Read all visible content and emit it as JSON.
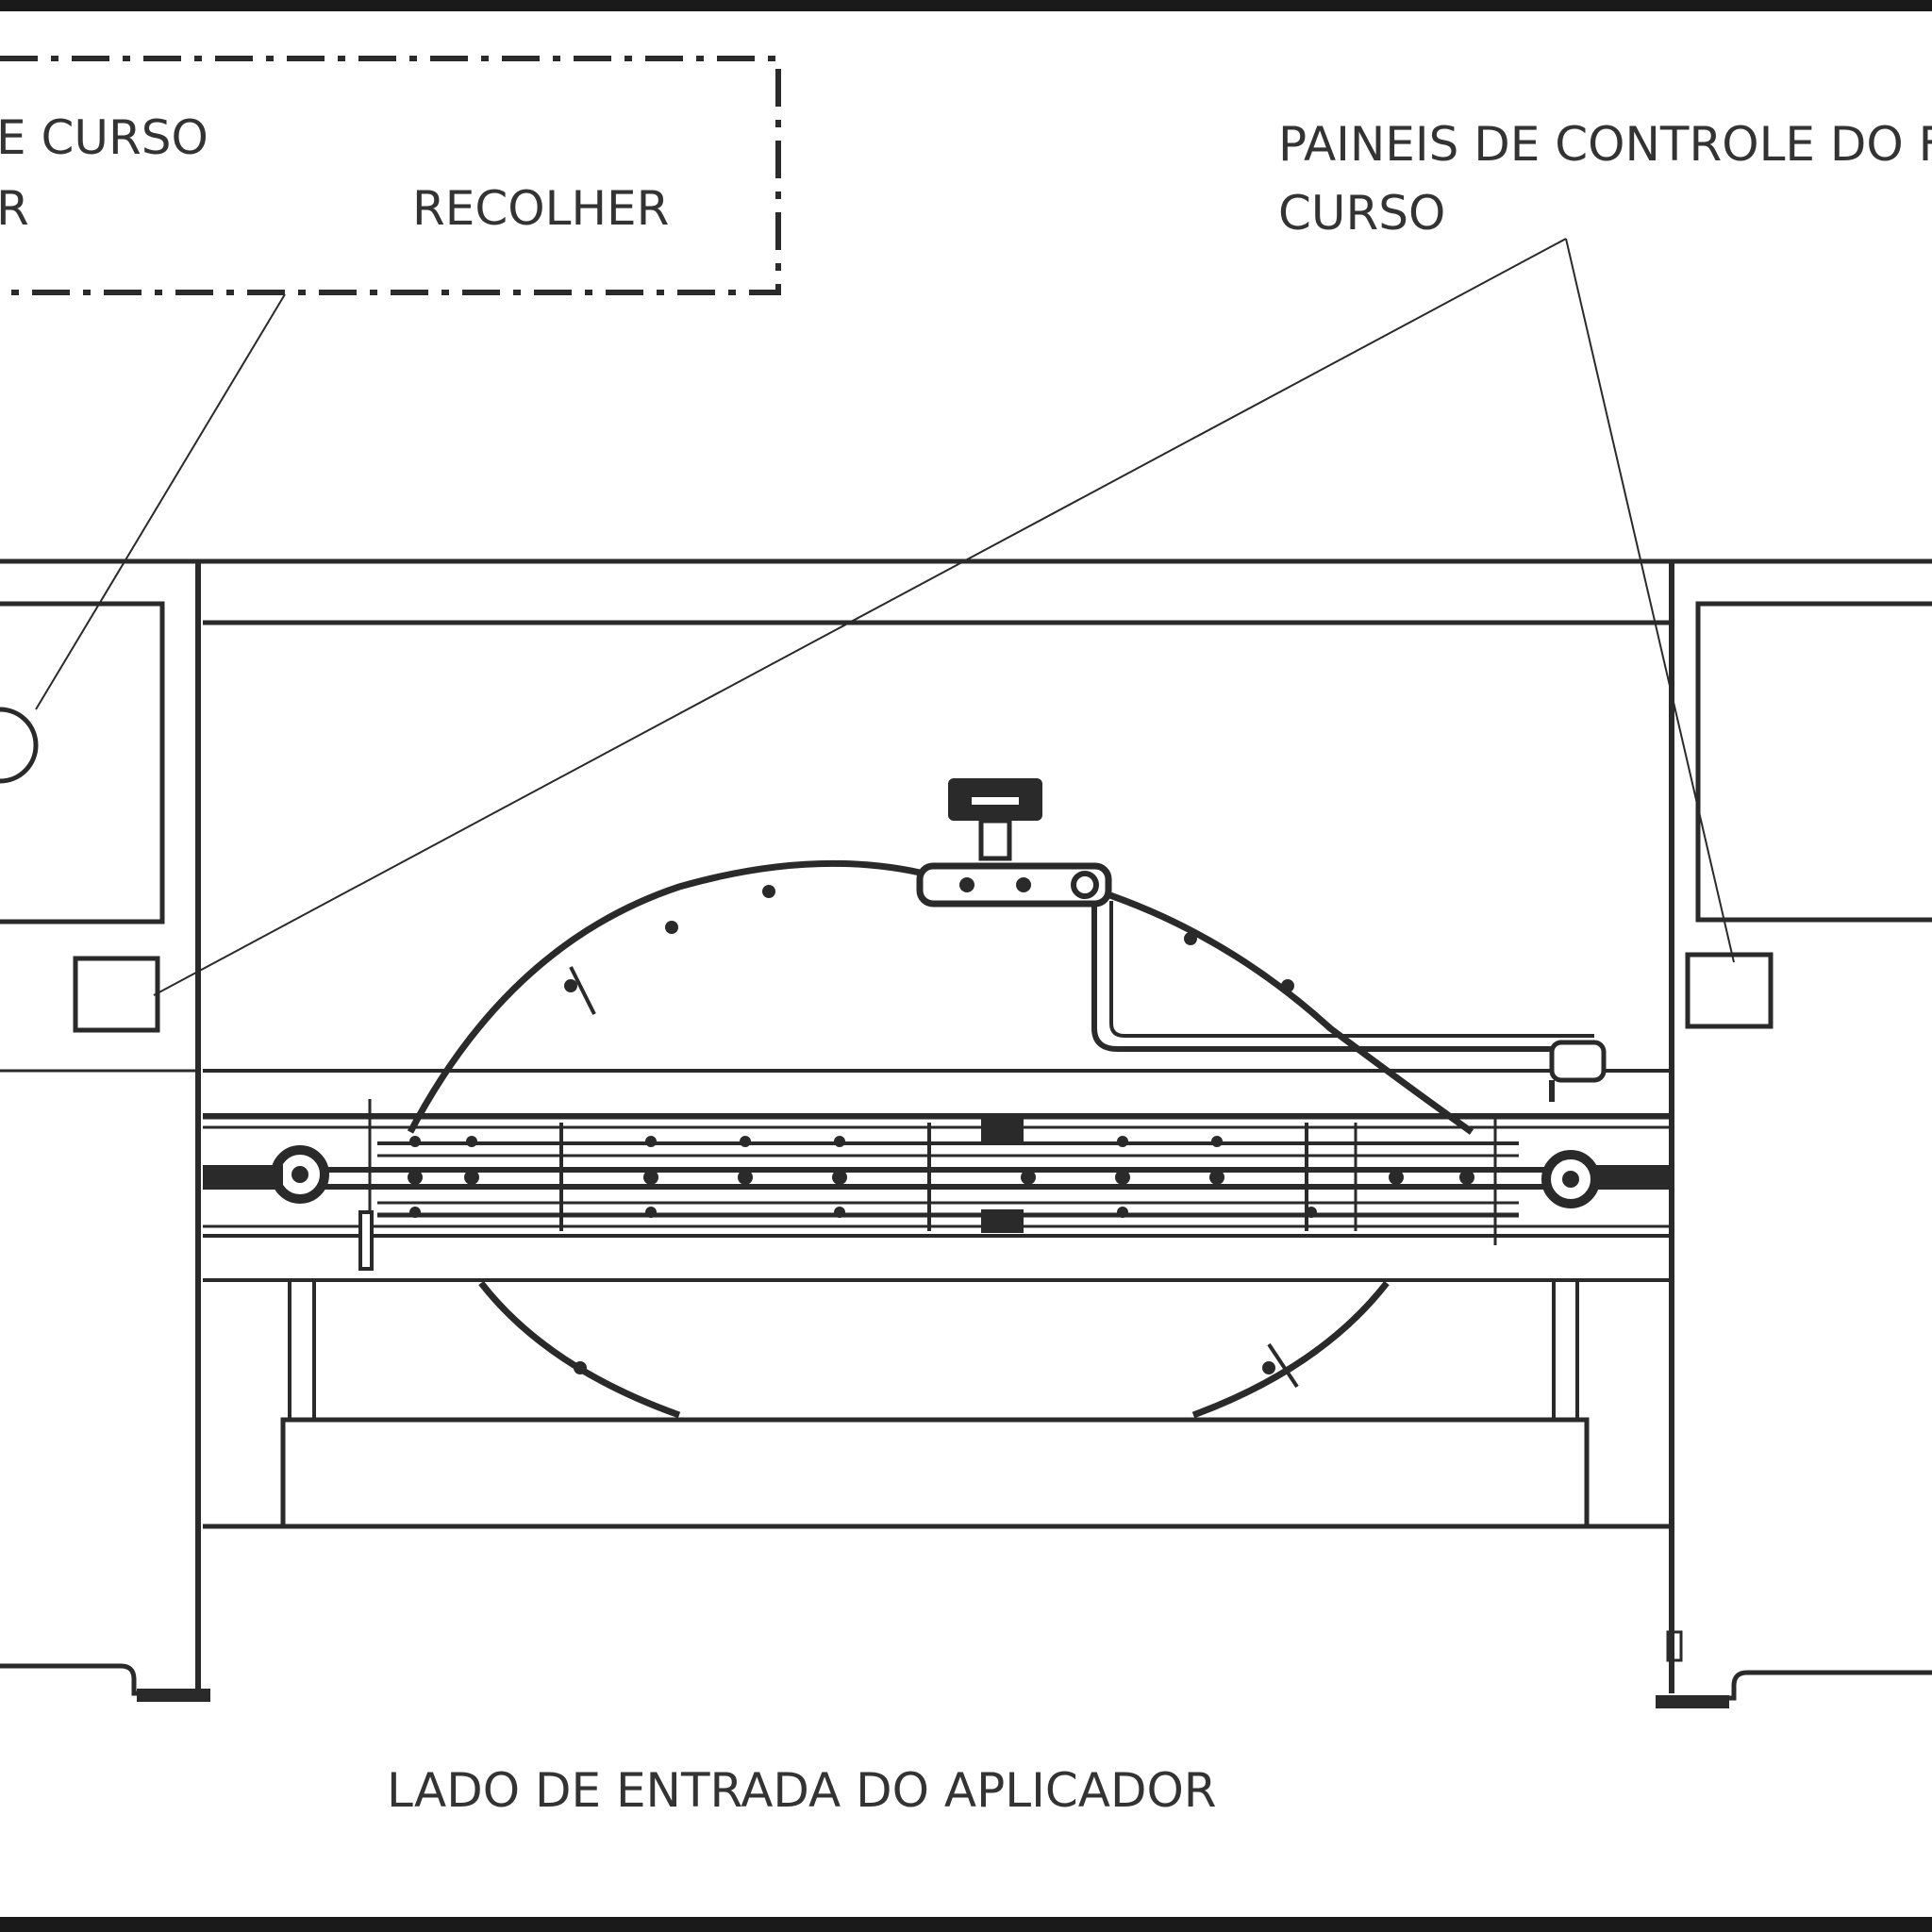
{
  "labels": {
    "callout_left_line1": "E CURSO",
    "callout_left_line2": "R",
    "callout_left_recolher": "RECOLHER",
    "callout_right_line1": "PAINEIS DE CONTROLE DO F",
    "callout_right_line2": "CURSO",
    "bottom_caption": "LADO DE ENTRADA DO APLICADOR"
  },
  "colors": {
    "line": "#2a2a2a",
    "text": "#333333",
    "border": "#1a1a1a",
    "background": "#ffffff"
  }
}
